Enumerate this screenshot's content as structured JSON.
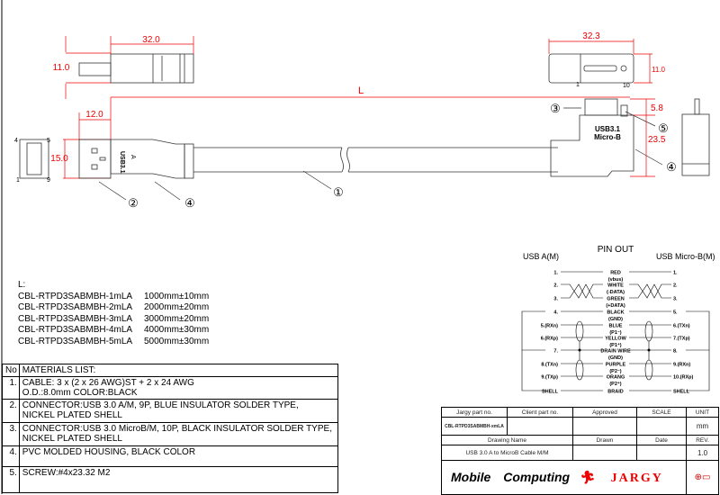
{
  "drawing": {
    "dims": {
      "a_len": "32.0",
      "a_h": "11.0",
      "a_plug": "12.0",
      "a_w": "15.0",
      "L": "L",
      "b_len": "32.3",
      "b_h": "11.0",
      "b_plug": "5.8",
      "b_w": "23.5"
    },
    "callouts": [
      "①",
      "②",
      "③",
      "④",
      "⑤"
    ],
    "a_face_pins": {
      "p4": "4",
      "p5": "5",
      "p1": "1",
      "p9": "9"
    },
    "a_marking": [
      "USB3.1",
      "A"
    ],
    "b_marking": [
      "USB3.1",
      "Micro-B"
    ],
    "b_face_pins": {
      "p1": "1",
      "p10": "10"
    },
    "accent_color": "#e00000"
  },
  "lengths": {
    "label": "L:",
    "rows": [
      {
        "part": "CBL-RTPD3SABMBH-1mLA",
        "len": "1000mm±10mm"
      },
      {
        "part": "CBL-RTPD3SABMBH-2mLA",
        "len": "2000mm±20mm"
      },
      {
        "part": "CBL-RTPD3SABMBH-3mLA",
        "len": "3000mm±20mm"
      },
      {
        "part": "CBL-RTPD3SABMBH-4mLA",
        "len": "4000mm±30mm"
      },
      {
        "part": "CBL-RTPD3SABMBH-5mLA",
        "len": "5000mm±30mm"
      }
    ]
  },
  "materials": {
    "no_header": "No",
    "header": "MATERIALS LIST:",
    "items": [
      {
        "no": "1.",
        "l1": "CABLE: 3 x (2 x 26 AWG)ST + 2 x 24 AWG",
        "l2": "O.D.:8.0mm COLOR:BLACK"
      },
      {
        "no": "2.",
        "l1": "CONNECTOR:USB 3.0 A/M, 9P, BLUE INSULATOR SOLDER TYPE,",
        "l2": "NICKEL PLATED SHELL"
      },
      {
        "no": "3.",
        "l1": "CONNECTOR:USB 3.0 MicroB/M, 10P, BLACK INSULATOR SOLDER TYPE,",
        "l2": "NICKEL PLATED SHELL"
      },
      {
        "no": "4.",
        "l1": "PVC MOLDED HOUSING, BLACK COLOR",
        "l2": ""
      },
      {
        "no": "5.",
        "l1": "SCREW:#4x23.32 M2",
        "l2": ""
      }
    ]
  },
  "pinout": {
    "title": "PIN OUT",
    "left_title": "USB A(M)",
    "right_title": "USB Micro-B(M)",
    "rows": [
      {
        "l": "1.",
        "c": "RED",
        "sub": "(vbus)",
        "r": "1."
      },
      {
        "l": "2.",
        "c": "WHITE",
        "sub": "(-DATA)",
        "r": "2."
      },
      {
        "l": "3.",
        "c": "GREEN",
        "sub": "(+DATA)",
        "r": "3."
      },
      {
        "l": "4.",
        "c": "BLACK",
        "sub": "(GND)",
        "r": "5."
      },
      {
        "l": "5.(RXn)",
        "c": "BLUE",
        "sub": "(P1⁻)",
        "r": "6.(TXn)"
      },
      {
        "l": "6.(RXp)",
        "c": "YELLOW",
        "sub": "(P1⁺)",
        "r": "7.(TXp)"
      },
      {
        "l": "7.",
        "c": "DRAIN WIRE",
        "sub": "(GND)",
        "r": "8."
      },
      {
        "l": "8.(TXn)",
        "c": "PURPLE",
        "sub": "(P2⁻)",
        "r": "9.(RXn)"
      },
      {
        "l": "9.(TXp)",
        "c": "ORANG",
        "sub": "(P2⁺)",
        "r": "10.(RXp)"
      },
      {
        "l": "SHELL",
        "c": "BRAID",
        "sub": "",
        "r": "SHELL"
      }
    ]
  },
  "title_block": {
    "h_jargy": "Jargy part no.",
    "h_client": "Client part no.",
    "h_approved": "Approved",
    "h_scale": "SCALE",
    "h_unit": "UNIT",
    "jargy_part": "CBL-RTPD3SABMBH-xmLA",
    "unit": "mm",
    "h_drawing": "Drawing Name",
    "h_drawn": "Drawn",
    "h_date": "Date",
    "h_rev": "REV.",
    "drawing_name": "USB 3.0 A to MicroB Cable M/M",
    "rev": "1.0",
    "logos": {
      "mobile": "Mobile",
      "computing": "Computing",
      "jargy": "JARGY"
    }
  }
}
